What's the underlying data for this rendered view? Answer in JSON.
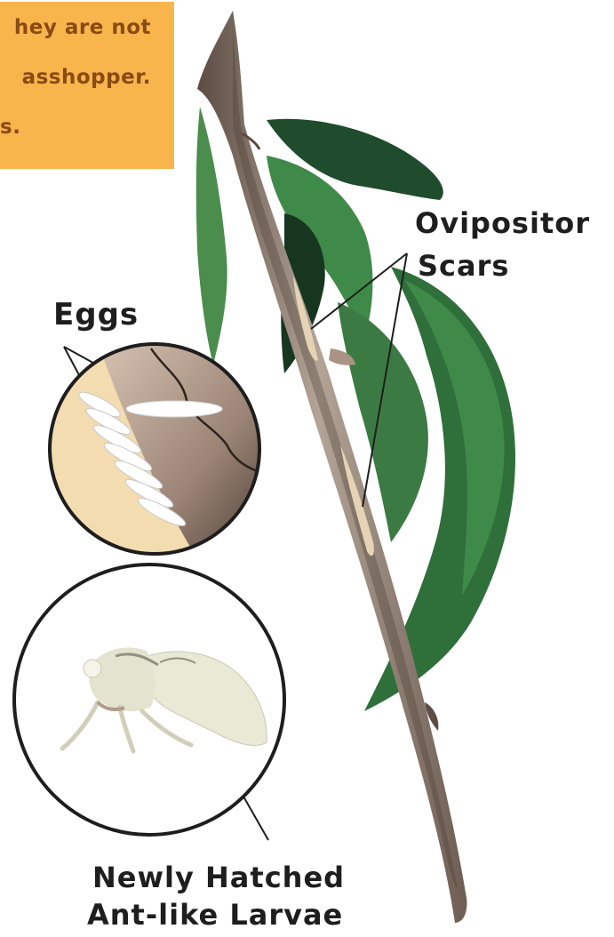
{
  "note": {
    "lines": [
      "hey are not",
      "asshopper.",
      "s."
    ]
  },
  "labels": {
    "eggs": "Eggs",
    "ovipositor_1": "Ovipositor",
    "ovipositor_2": "Scars",
    "larvae_1": "Newly Hatched",
    "larvae_2": "Ant-like Larvae"
  },
  "colors": {
    "note_bg": "#f8b54c",
    "note_text": "#8a4a12",
    "leaf_dark": "#1f4c2c",
    "leaf_mid": "#3f8a48",
    "leaf_light": "#5a9c58",
    "branch": "#8c7a6e",
    "bark_light": "#cbb9aa",
    "egg_bg": "#f2dcb0"
  }
}
